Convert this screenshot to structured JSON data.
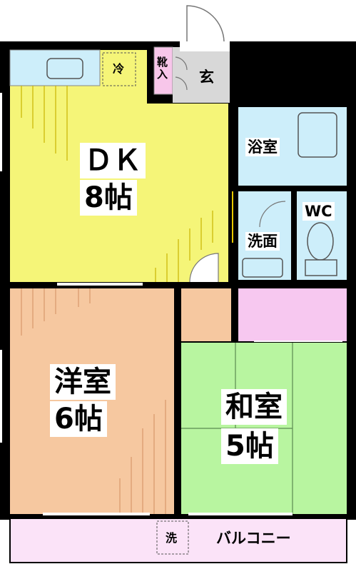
{
  "floor_plan": {
    "rooms": {
      "dk": {
        "name": "ＤＫ",
        "size": "8帖"
      },
      "western_room": {
        "name": "洋室",
        "size": "6帖"
      },
      "japanese_room": {
        "name": "和室",
        "size": "5帖"
      },
      "bathroom": {
        "name": "浴室"
      },
      "washroom": {
        "name": "洗面"
      },
      "toilet": {
        "name": "WC"
      },
      "entrance": {
        "name": "玄"
      },
      "shoe_box": {
        "name": "靴入"
      },
      "refrigerator": {
        "name": "冷"
      },
      "washer": {
        "name": "洗"
      },
      "balcony": {
        "name": "バルコニー"
      }
    },
    "colors": {
      "wall": "#000000",
      "dk_floor": "#f5f578",
      "western_floor": "#f6c8a0",
      "japanese_floor": "#b8f5a0",
      "wet_area": "#cdeefa",
      "closet": "#f7c8f0",
      "balcony": "#fbe3f8",
      "entrance": "#d8d8d8"
    }
  }
}
